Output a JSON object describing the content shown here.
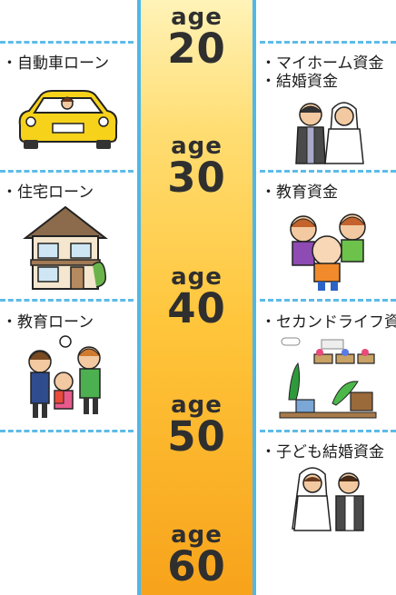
{
  "ages": [
    {
      "label": "age",
      "number": "20"
    },
    {
      "label": "age",
      "number": "30"
    },
    {
      "label": "age",
      "number": "40"
    },
    {
      "label": "age",
      "number": "50"
    },
    {
      "label": "age",
      "number": "60"
    }
  ],
  "left_items": [
    {
      "label": "・自動車ローン",
      "icon": "car-icon"
    },
    {
      "label": "・住宅ローン",
      "icon": "house-icon"
    },
    {
      "label": "・教育ローン",
      "icon": "family-school-icon"
    }
  ],
  "right_items": [
    {
      "label": "・マイホーム資金",
      "icon": "wedding-couple-icon"
    },
    {
      "label": "・結婚資金",
      "icon": "wedding-couple-icon"
    },
    {
      "label": "・教育資金",
      "icon": "children-icon"
    },
    {
      "label": "・セカンドライフ資金",
      "icon": "garden-balcony-icon"
    },
    {
      "label": "・子ども結婚資金",
      "icon": "bride-groom-icon"
    }
  ],
  "colors": {
    "column_top": "#fff3b8",
    "column_bottom": "#f7a31b",
    "column_border": "#4fb7e9",
    "dash": "#5dbbe8"
  }
}
